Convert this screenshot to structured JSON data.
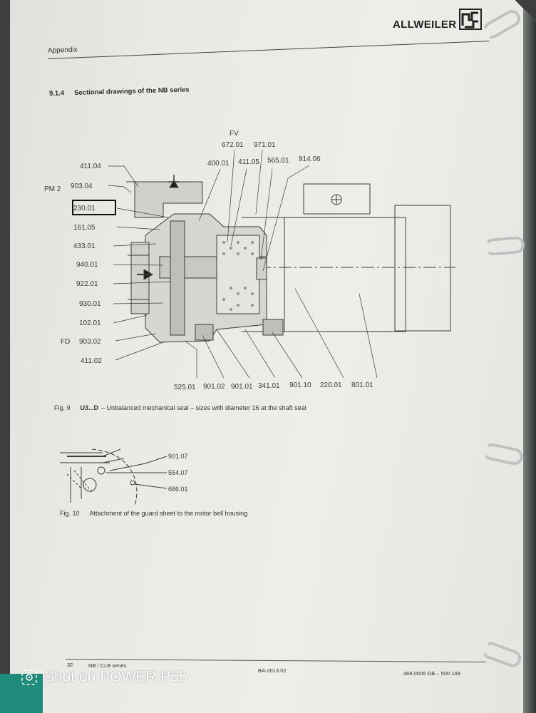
{
  "header": {
    "brand": "ALLWEILER",
    "section": "Appendix"
  },
  "heading": {
    "number": "9.1.4",
    "title": "Sectional drawings of the NB series"
  },
  "figure9": {
    "labels": {
      "fv": "FV",
      "l672": "672.01",
      "l971": "971.01",
      "l400": "400.01",
      "l411_05": "411.05",
      "l565": "565.01",
      "l914": "914.06",
      "l411_04": "411.04",
      "pm2": "PM 2",
      "l903_04": "903.04",
      "l230": "230.01",
      "l161": "161.05",
      "l433": "433.01",
      "l940": "940.01",
      "l922": "922.01",
      "l930": "930.01",
      "l102": "102.01",
      "fd": "FD",
      "l903_02": "903.02",
      "l411_02": "411.02",
      "l525": "525.01",
      "l901_02": "901.02",
      "l901_01": "901.01",
      "l341": "341.01",
      "l901_10": "901.10",
      "l220": "220.01",
      "l801": "801.01"
    },
    "caption_number": "Fig. 9",
    "caption_code": "U3...D",
    "caption_text": "– Unbalanced mechanical seal – sizes with diameter 16 at the shaft seal"
  },
  "figure10": {
    "labels": {
      "l901_07": "901.07",
      "l554": "554.07",
      "l686": "686.01"
    },
    "caption_number": "Fig. 10",
    "caption_text": "Attachment of the guard sheet to the motor bell housing"
  },
  "footer": {
    "page": "32",
    "series": "NB / CLB series",
    "doc": "BA-2013.02",
    "code": "468.0005 GB – 500 148"
  },
  "watermark": {
    "text": "Shot on POWER P55"
  }
}
